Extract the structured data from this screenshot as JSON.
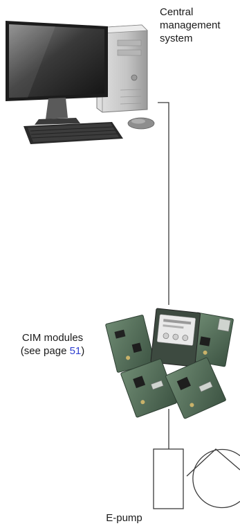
{
  "labels": {
    "central_management": [
      "Central",
      "management",
      "system"
    ],
    "cim_modules": "CIM modules",
    "see_page_prefix": "(see page ",
    "see_page_number": "51",
    "see_page_suffix": ")",
    "epump": "E-pump"
  },
  "colors": {
    "line": "#3a3a3a",
    "link": "#2f3fd0",
    "device_dark": "#1f1f1f",
    "device_mid": "#8a8a8a",
    "device_light": "#d9d9d9",
    "board_green": "#4f6b55"
  },
  "icons": {
    "computer": "desktop-computer-icon",
    "cim_modules": "cim-modules-icon",
    "pump": "pump-symbol-icon"
  }
}
